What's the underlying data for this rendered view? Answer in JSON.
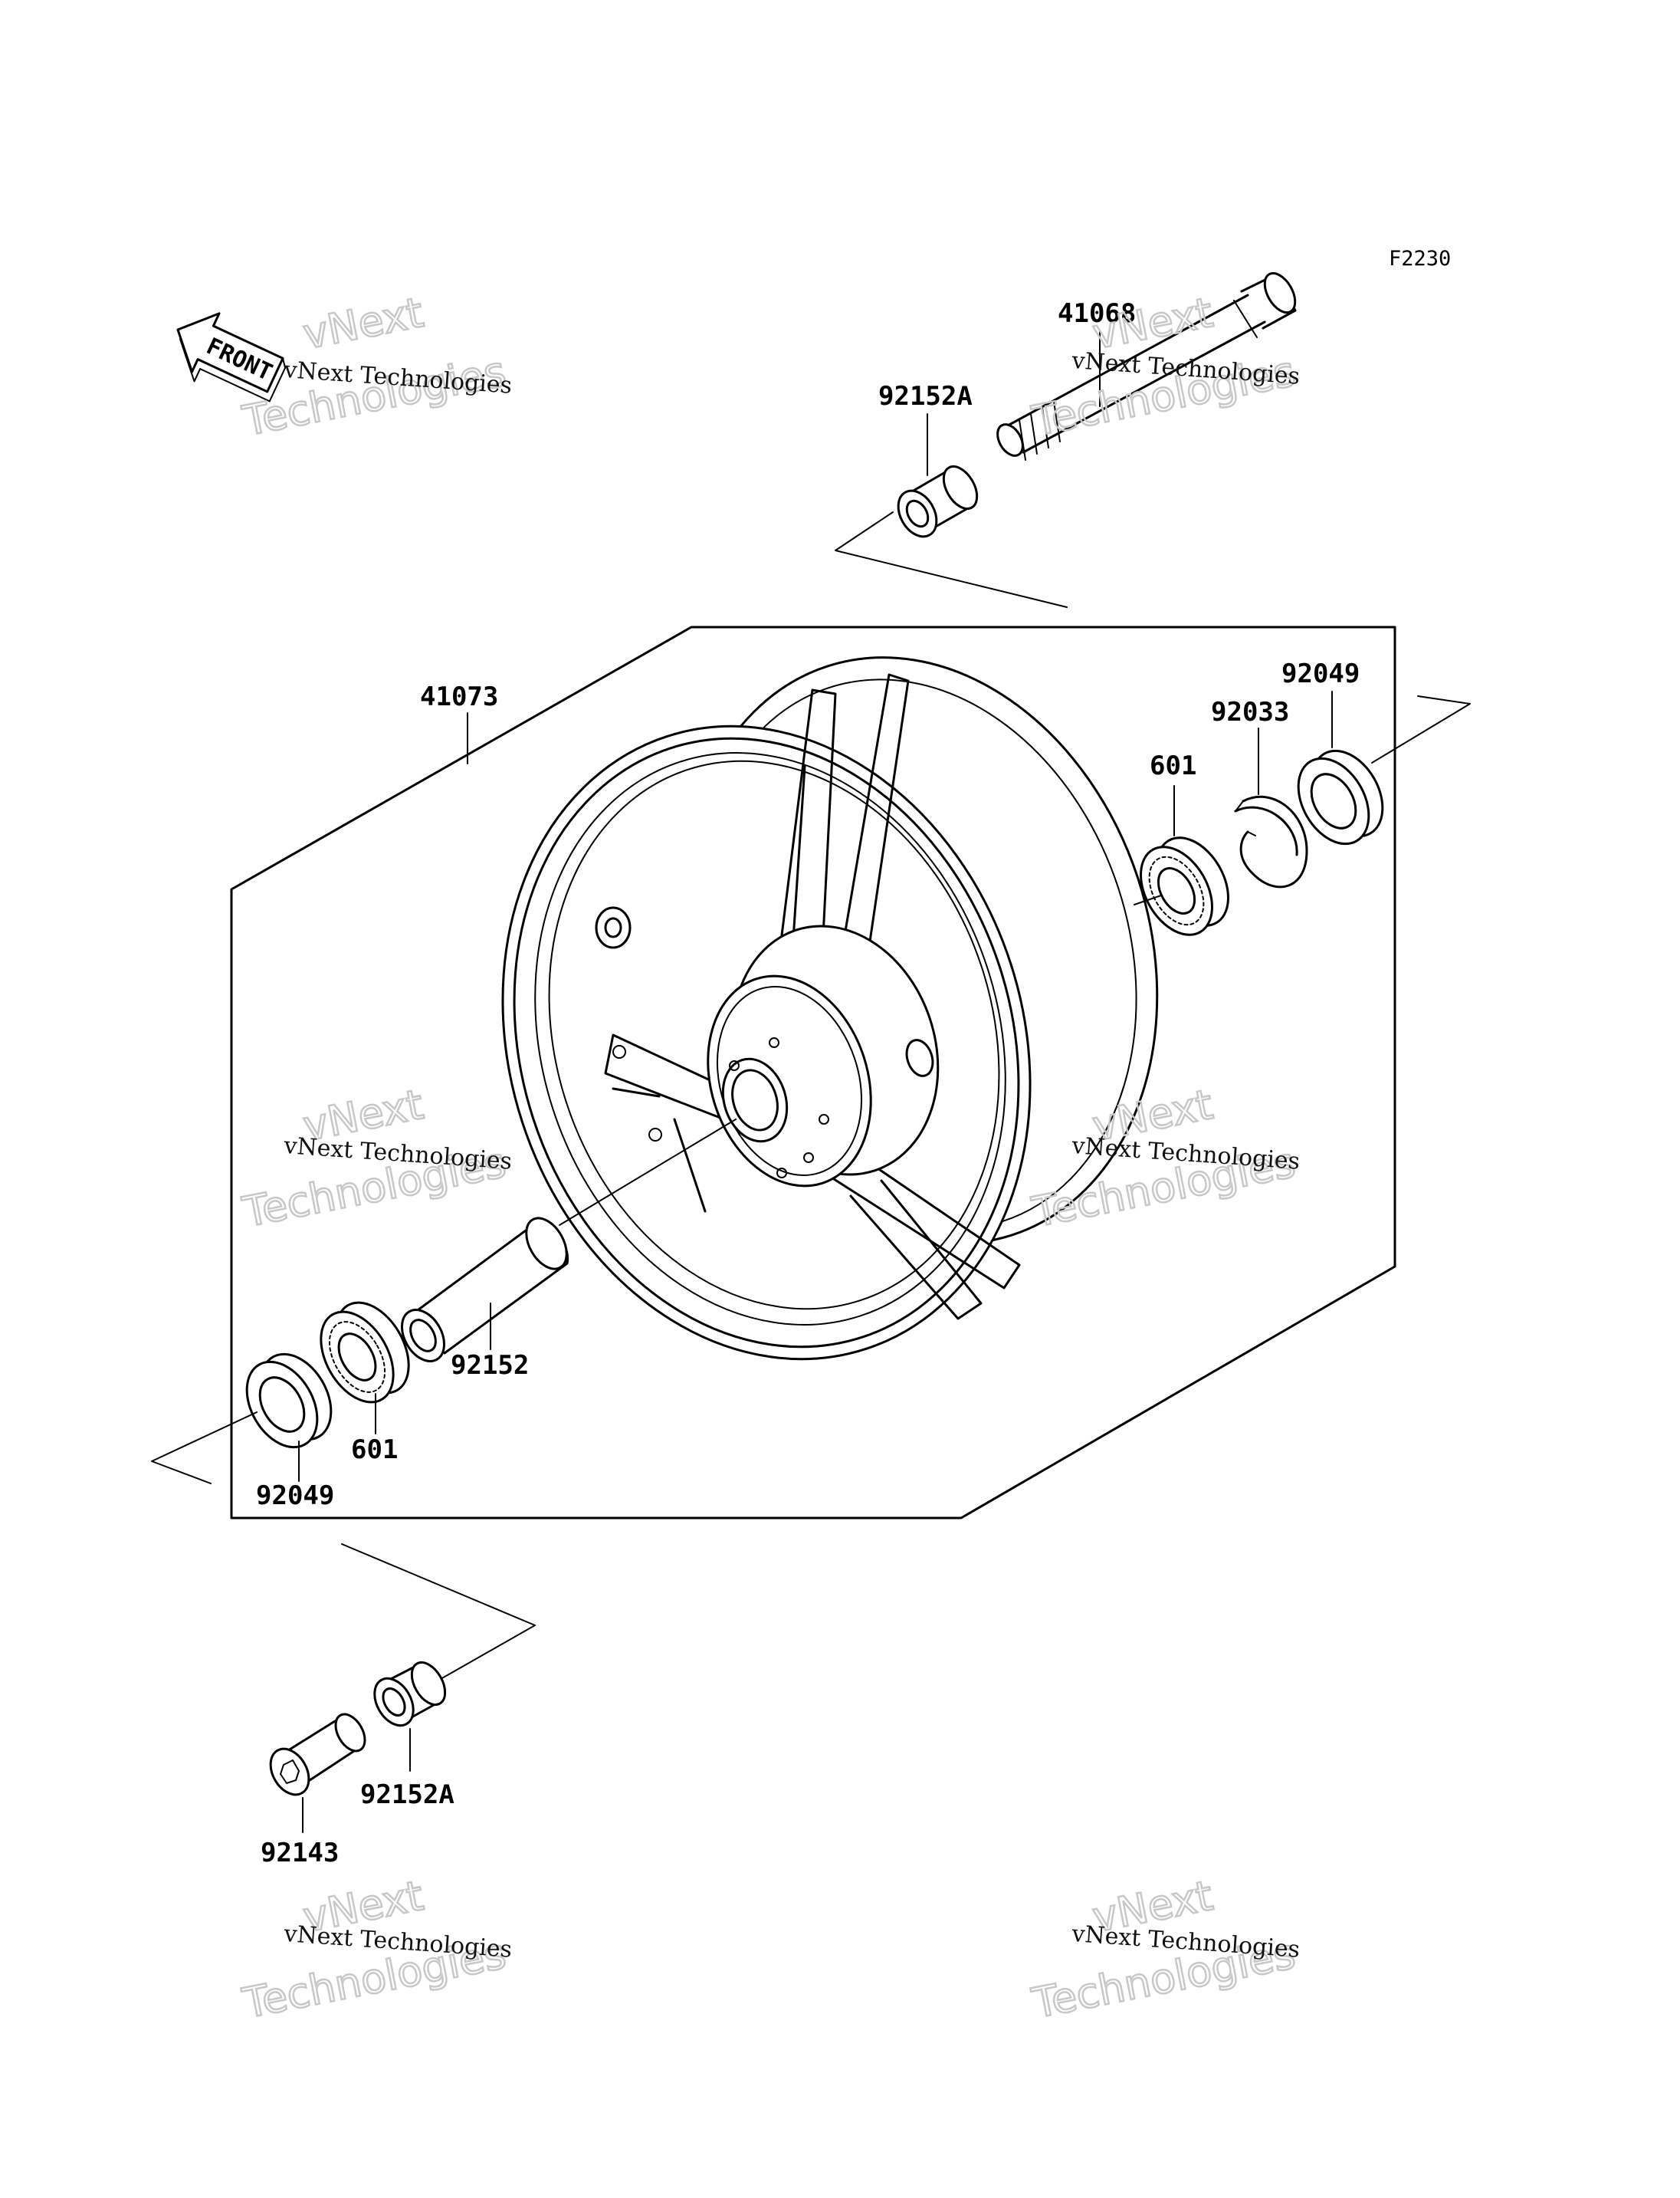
{
  "figure_code": "F2230",
  "direction_label": "FRONT",
  "watermark": {
    "line1": "vNext Technologies",
    "line2": "vNext",
    "line3": "Technologies"
  },
  "parts": {
    "shaft_axle": "41068",
    "collar_upper": "92152A",
    "wheel": "41073",
    "seal_right": "92049",
    "circlip": "92033",
    "bearing_right": "601",
    "spacer": "92152",
    "bearing_left": "601",
    "seal_left": "92049",
    "collar_lower": "92152A",
    "bolt": "92143"
  }
}
